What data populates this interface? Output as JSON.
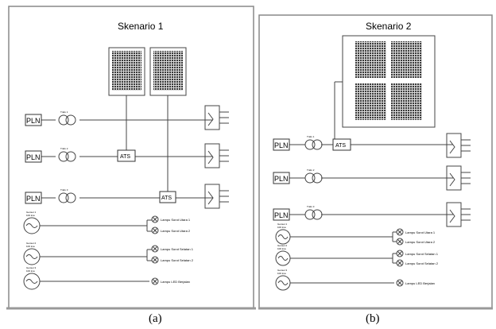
{
  "scenario1": {
    "title": "Skenario 1",
    "caption": "(a)",
    "sources": [
      "PLN",
      "PLN",
      "PLN"
    ],
    "transformer_labels": [
      "Trafo 1",
      "Trafo 2",
      "Trafo 3"
    ],
    "ats_labels": [
      "ATS",
      "ATS"
    ],
    "generators": [
      {
        "label": "Genset 1",
        "rating": "100 kva"
      },
      {
        "label": "Genset 2",
        "rating": "100 kva"
      },
      {
        "label": "Genset 3",
        "rating": "100 kva"
      }
    ],
    "lamps": [
      "Lampu Sorot Utara 1",
      "Lampu Sorot Utara 2",
      "Lampu Sorot Selatan 1",
      "Lampu Sorot Selatan 2",
      "Lampu LED Berjalan"
    ]
  },
  "scenario2": {
    "title": "Skenario 2",
    "caption": "(b)",
    "sources": [
      "PLN",
      "PLN",
      "PLN"
    ],
    "transformer_labels": [
      "Trafo 1",
      "Trafo 2",
      "Trafo 3"
    ],
    "ats_labels": [
      "ATS"
    ],
    "generators": [
      {
        "label": "Genset 1",
        "rating": "100 kva"
      },
      {
        "label": "Genset 2",
        "rating": "100 kva"
      },
      {
        "label": "Genset 3",
        "rating": "100 kva"
      }
    ],
    "lamps": [
      "Lampu Sorot Utara 1",
      "Lampu Sorot Utara 2",
      "Lampu Sorot Selatan 1",
      "Lampu Sorot Selatan 2",
      "Lampu LED Berjalan"
    ]
  }
}
